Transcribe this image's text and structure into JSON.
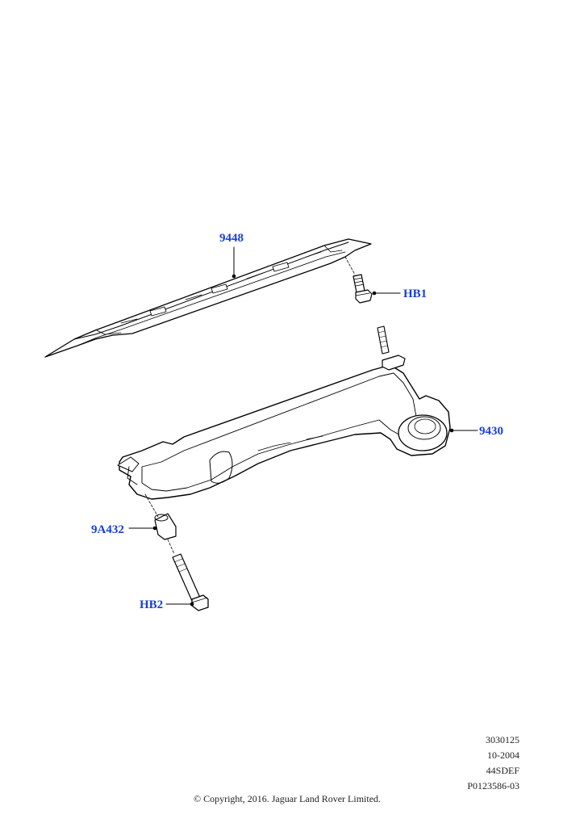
{
  "diagram": {
    "callouts": {
      "heat_shield": "9448",
      "bolt_hb1": "HB1",
      "manifold": "9430",
      "spacer": "9A432",
      "bolt_hb2": "HB2"
    },
    "label_color": "#1a3fd0",
    "line_color": "#000000"
  },
  "footer": {
    "ref_lines": [
      "3030125",
      "10-2004",
      "44SDEF",
      "P0123586-03"
    ],
    "copyright": "© Copyright, 2016. Jaguar Land Rover Limited."
  }
}
